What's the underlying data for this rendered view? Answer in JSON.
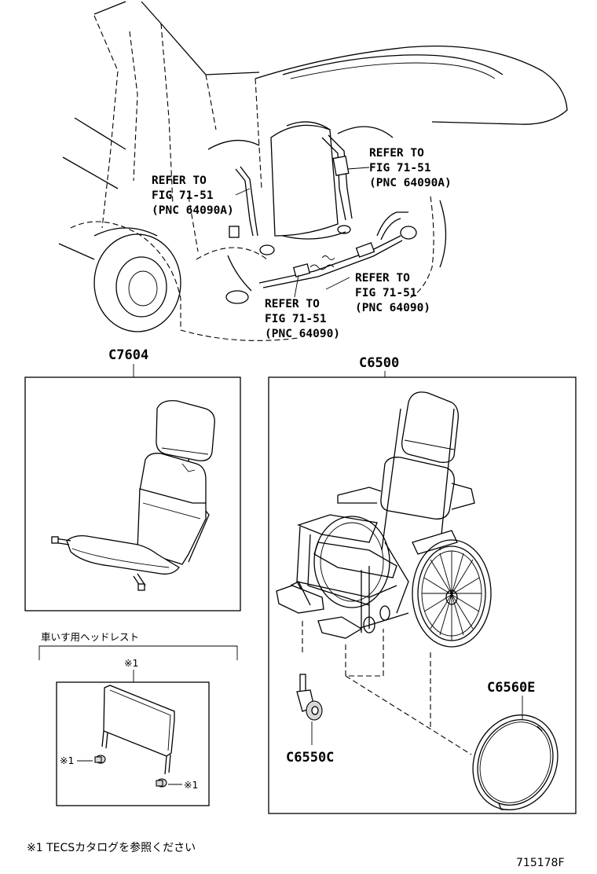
{
  "callouts": {
    "refer_left": [
      "REFER TO",
      "FIG 71-51",
      "(PNC 64090A)"
    ],
    "refer_right_top": [
      "REFER TO",
      "FIG 71-51",
      "(PNC 64090A)"
    ],
    "refer_right_mid": [
      "REFER TO",
      "FIG 71-51",
      "(PNC 64090)"
    ],
    "refer_bottom": [
      "REFER TO",
      "FIG 71-51",
      "(PNC 64090)"
    ]
  },
  "parts": {
    "seat": "C7604",
    "wheelchair": "C6500",
    "caster": "C6550C",
    "hand_rim": "C6560E"
  },
  "headrest_box": {
    "title": "車いす用ヘッドレスト",
    "note_mark": "※1",
    "left_mark": "※1",
    "right_mark": "※1"
  },
  "footnote": "※1 TECSカタログを参照ください",
  "figure_id": "715178F"
}
